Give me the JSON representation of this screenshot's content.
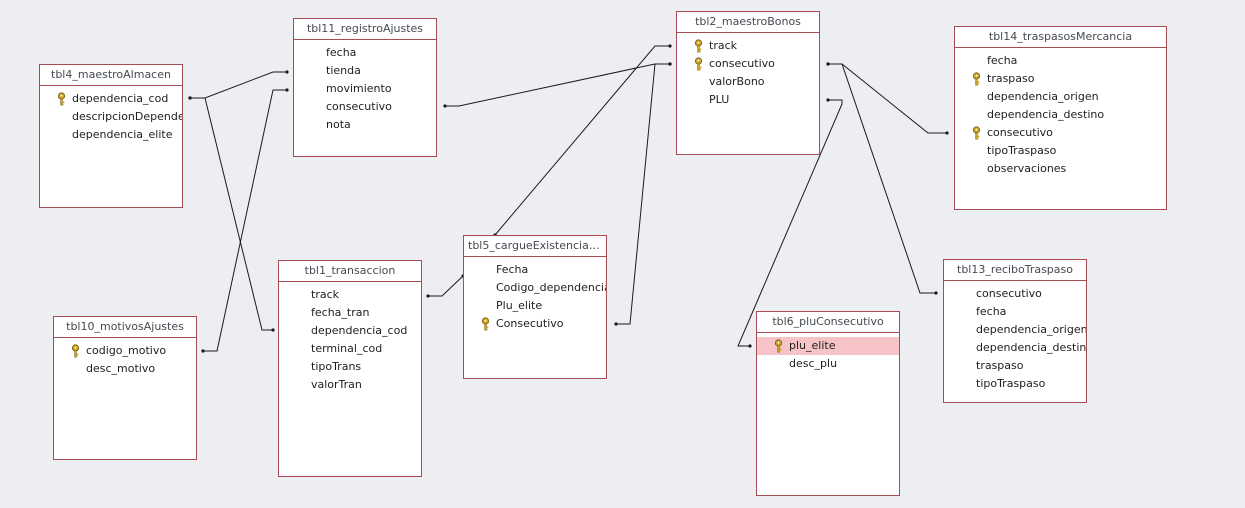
{
  "tables": [
    {
      "id": "t4",
      "title": "tbl4_maestroAlmacen",
      "fields": [
        {
          "name": "dependencia_cod",
          "key": true
        },
        {
          "name": "descripcionDependencia",
          "key": false
        },
        {
          "name": "dependencia_elite",
          "key": false
        }
      ]
    },
    {
      "id": "t11",
      "title": "tbl11_registroAjustes",
      "fields": [
        {
          "name": "fecha",
          "key": false
        },
        {
          "name": "tienda",
          "key": false
        },
        {
          "name": "movimiento",
          "key": false
        },
        {
          "name": "consecutivo",
          "key": false
        },
        {
          "name": "nota",
          "key": false
        }
      ]
    },
    {
      "id": "t2",
      "title": "tbl2_maestroBonos",
      "fields": [
        {
          "name": "track",
          "key": true
        },
        {
          "name": "consecutivo",
          "key": true
        },
        {
          "name": "valorBono",
          "key": false
        },
        {
          "name": "PLU",
          "key": false
        }
      ]
    },
    {
      "id": "t14",
      "title": "tbl14_traspasosMercancia",
      "fields": [
        {
          "name": "fecha",
          "key": false
        },
        {
          "name": "traspaso",
          "key": true
        },
        {
          "name": "dependencia_origen",
          "key": false
        },
        {
          "name": "dependencia_destino",
          "key": false
        },
        {
          "name": "consecutivo",
          "key": true
        },
        {
          "name": "tipoTraspaso",
          "key": false
        },
        {
          "name": "observaciones",
          "key": false
        }
      ]
    },
    {
      "id": "t10",
      "title": "tbl10_motivosAjustes",
      "fields": [
        {
          "name": "codigo_motivo",
          "key": true
        },
        {
          "name": "desc_motivo",
          "key": false
        }
      ]
    },
    {
      "id": "t1",
      "title": "tbl1_transaccion",
      "fields": [
        {
          "name": "track",
          "key": false
        },
        {
          "name": "fecha_tran",
          "key": false
        },
        {
          "name": "dependencia_cod",
          "key": false
        },
        {
          "name": "terminal_cod",
          "key": false
        },
        {
          "name": "tipoTrans",
          "key": false
        },
        {
          "name": "valorTran",
          "key": false
        }
      ]
    },
    {
      "id": "t5",
      "title": "tbl5_cargueExistencias...",
      "fields": [
        {
          "name": "Fecha",
          "key": false
        },
        {
          "name": "Codigo_dependencia",
          "key": false
        },
        {
          "name": "Plu_elite",
          "key": false
        },
        {
          "name": "Consecutivo",
          "key": true
        }
      ]
    },
    {
      "id": "t6",
      "title": "tbl6_pluConsecutivo",
      "fields": [
        {
          "name": "plu_elite",
          "key": true,
          "selected": true
        },
        {
          "name": "desc_plu",
          "key": false
        }
      ]
    },
    {
      "id": "t13",
      "title": "tbl13_reciboTraspaso",
      "fields": [
        {
          "name": "consecutivo",
          "key": false
        },
        {
          "name": "fecha",
          "key": false
        },
        {
          "name": "dependencia_origen",
          "key": false
        },
        {
          "name": "dependencia_destino",
          "key": false
        },
        {
          "name": "traspaso",
          "key": false
        },
        {
          "name": "tipoTraspaso",
          "key": false
        }
      ]
    }
  ],
  "colors": {
    "background": "#eceef1",
    "table_border": "#a74b55",
    "title_text": "#444a52",
    "selected_row": "#f6c4c6",
    "key_icon": "#c9a227",
    "relationship_line": "#1a1a1a"
  }
}
